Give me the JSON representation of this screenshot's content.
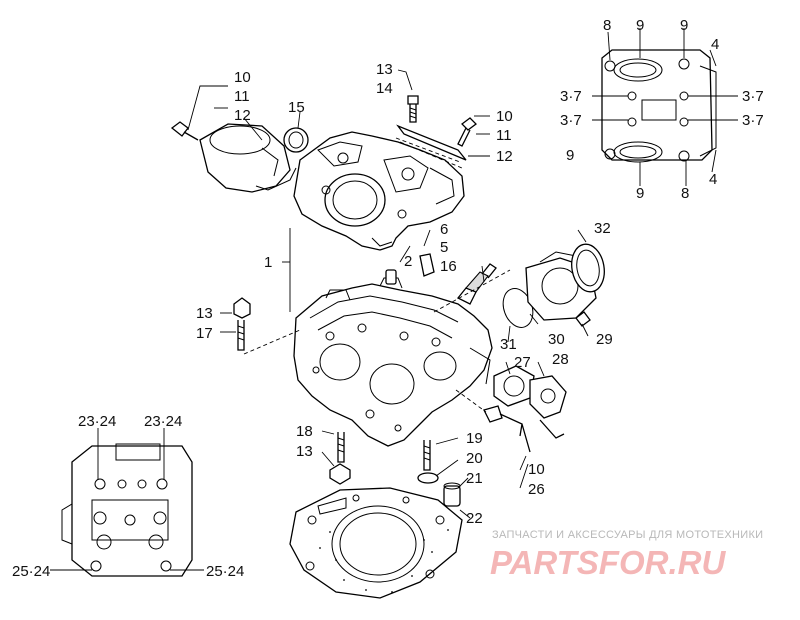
{
  "callouts": {
    "c1": "1",
    "c2": "2",
    "c5": "5",
    "c6": "6",
    "c10a": "10",
    "c11a": "11",
    "c12a": "12",
    "c15": "15",
    "c13a": "13",
    "c14": "14",
    "c10b": "10",
    "c11b": "11",
    "c12b": "12",
    "c16": "16",
    "c13b": "13",
    "c17": "17",
    "c32": "32",
    "c29": "29",
    "c30": "30",
    "c31": "31",
    "c27": "27",
    "c28": "28",
    "c18": "18",
    "c13c": "13",
    "c19": "19",
    "c20": "20",
    "c21": "21",
    "c22": "22",
    "c10c": "10",
    "c26": "26",
    "i8a": "8",
    "i9a": "9",
    "i9b": "9",
    "i4a": "4",
    "i37a": "3·7",
    "i37b": "3·7",
    "i37c": "3·7",
    "i37d": "3·7",
    "i9c": "9",
    "i9d": "9",
    "i8b": "8",
    "i4b": "4",
    "h2324a": "23·24",
    "h2324b": "23·24",
    "h2524a": "25·24",
    "h2524b": "25·24"
  },
  "watermark": {
    "tagline": "ЗАПЧАСТИ И АКСЕССУАРЫ ДЛЯ МОТОТЕХНИКИ",
    "logo": "PARTSFOR.RU"
  }
}
